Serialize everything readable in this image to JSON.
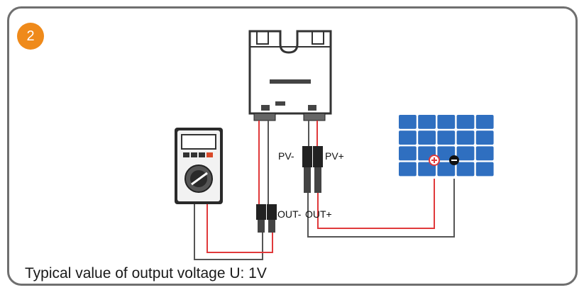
{
  "step": {
    "number": "2",
    "color": "#ef8a1a"
  },
  "labels": {
    "pv_minus": "PV-",
    "pv_plus": "PV+",
    "out_minus": "OUT-",
    "out_plus": "OUT+"
  },
  "caption": "Typical value of output voltage U: 1V",
  "colors": {
    "wire_positive": "#e0393b",
    "wire_negative": "#555555",
    "panel_cell": "#2f6fc0",
    "frame": "#6f6f6f"
  },
  "icons": [
    "junction-box-icon",
    "multimeter-icon",
    "solar-panel-icon",
    "mc4-connector-icon"
  ]
}
